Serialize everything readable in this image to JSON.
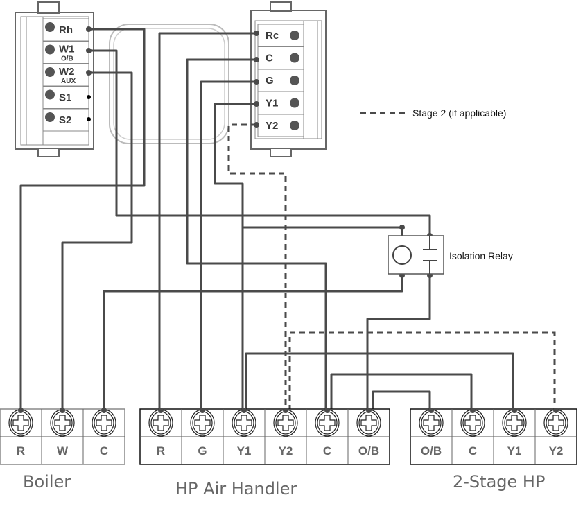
{
  "thermostat_left": {
    "terminals": [
      {
        "label": "Rh",
        "sub": ""
      },
      {
        "label": "W1",
        "sub": "O/B"
      },
      {
        "label": "W2",
        "sub": "AUX"
      },
      {
        "label": "S1",
        "sub": ""
      },
      {
        "label": "S2",
        "sub": ""
      }
    ]
  },
  "thermostat_right": {
    "terminals": [
      "Rc",
      "C",
      "G",
      "Y1",
      "Y2"
    ]
  },
  "legend": {
    "dashed_label": "Stage 2 (if applicable)"
  },
  "relay": {
    "label": "Isolation Relay"
  },
  "boiler": {
    "title": "Boiler",
    "terminals": [
      "R",
      "W",
      "C"
    ]
  },
  "air_handler": {
    "title": "HP Air Handler",
    "terminals": [
      "R",
      "G",
      "Y1",
      "Y2",
      "C",
      "O/B"
    ]
  },
  "heat_pump": {
    "title": "2-Stage HP",
    "terminals": [
      "O/B",
      "C",
      "Y1",
      "Y2"
    ]
  }
}
